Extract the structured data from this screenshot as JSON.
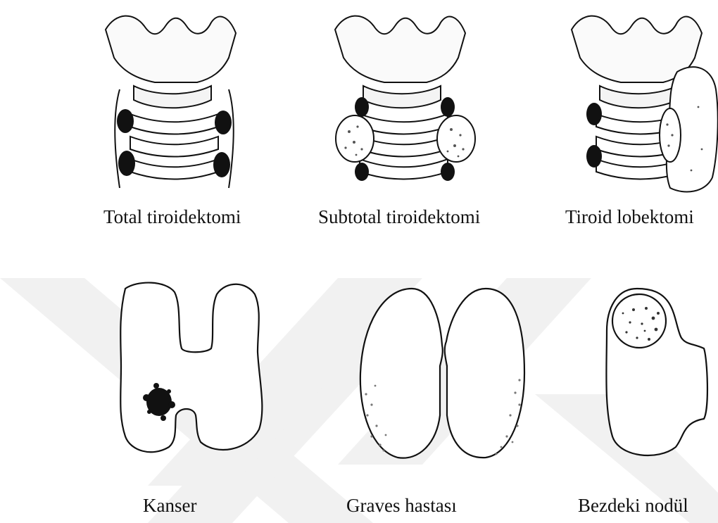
{
  "figure": {
    "top_row": [
      {
        "caption": "Total tiroidektomi",
        "icon": "total-thyroidectomy-illustration"
      },
      {
        "caption": "Subtotal tiroidektomi",
        "icon": "subtotal-thyroidectomy-illustration"
      },
      {
        "caption": "Tiroid lobektomi",
        "icon": "thyroid-lobectomy-illustration"
      }
    ],
    "bottom_row": [
      {
        "caption": "Kanser",
        "icon": "thyroid-cancer-illustration"
      },
      {
        "caption": "Graves hastası",
        "icon": "graves-disease-illustration"
      },
      {
        "caption": "Bezdeki nodül",
        "icon": "thyroid-nodule-illustration"
      }
    ]
  },
  "colors": {
    "ink": "#111111",
    "watermark": "#f0f0f0",
    "stipple": "#9a9a9a"
  }
}
